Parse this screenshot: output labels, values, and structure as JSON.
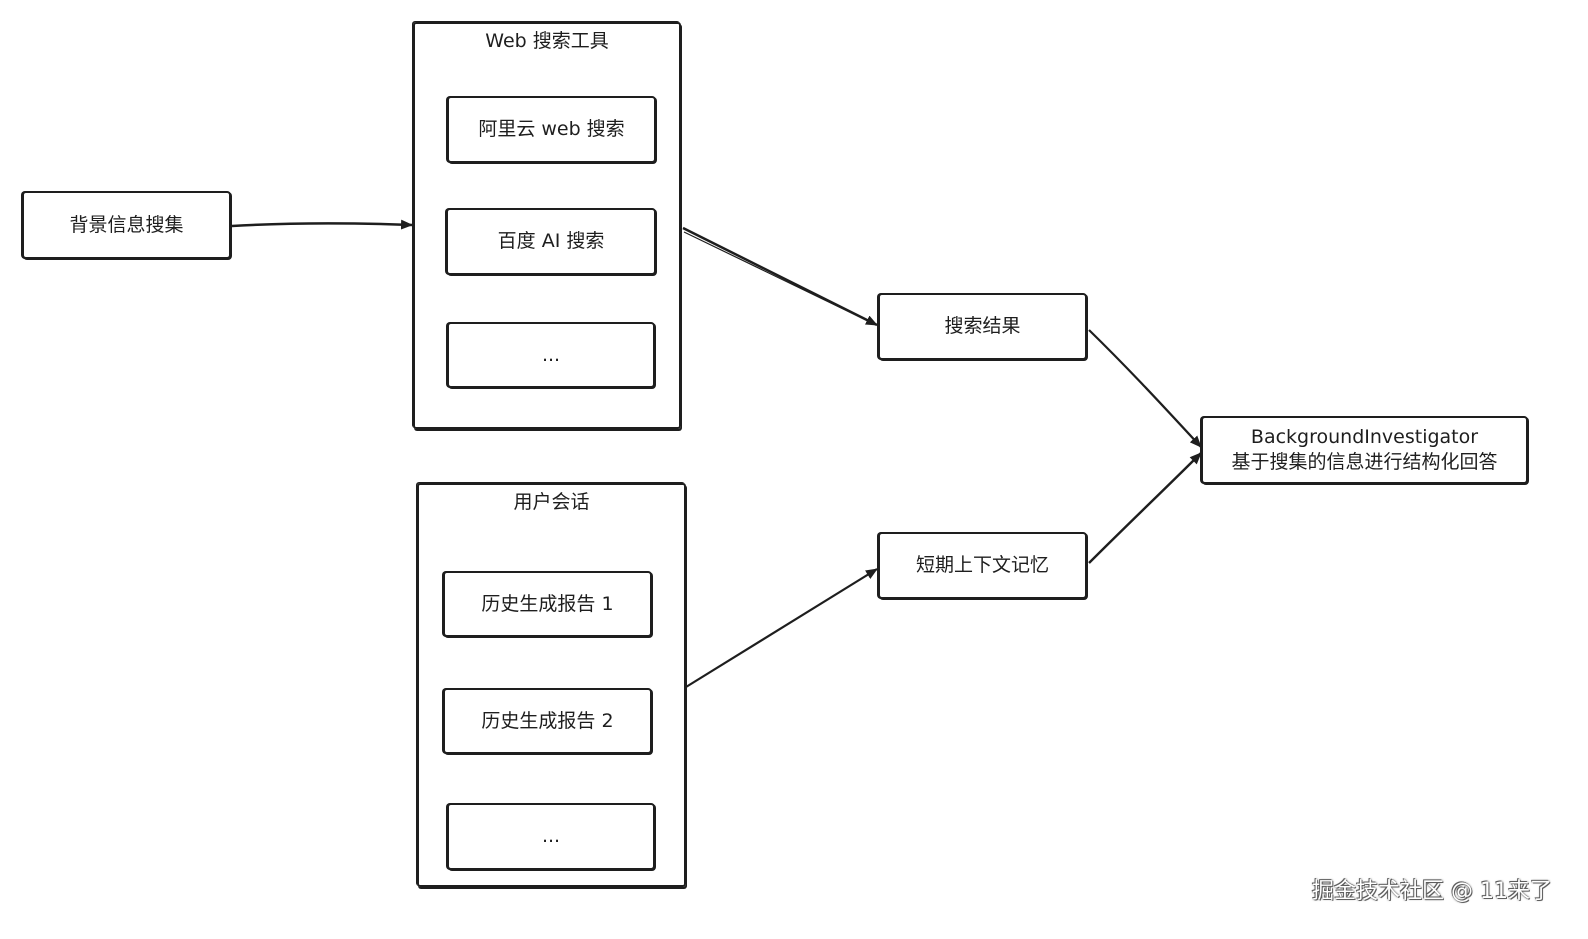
{
  "diagram": {
    "bg_search_node": "背景信息搜集",
    "web_tools_group": {
      "title": "Web 搜索工具",
      "items": [
        "阿里云 web 搜索",
        "百度 AI 搜索",
        "..."
      ]
    },
    "user_session_group": {
      "title": "用户会话",
      "items": [
        "历史生成报告 1",
        "历史生成报告 2",
        "..."
      ]
    },
    "search_results_node": "搜索结果",
    "short_memory_node": "短期上下文记忆",
    "investigator_node": {
      "line1": "BackgroundInvestigator",
      "line2": "基于搜集的信息进行结构化回答"
    }
  },
  "watermark": "掘金技术社区 @ 11来了",
  "colors": {
    "stroke": "#1e1e1e",
    "background": "#ffffff"
  }
}
